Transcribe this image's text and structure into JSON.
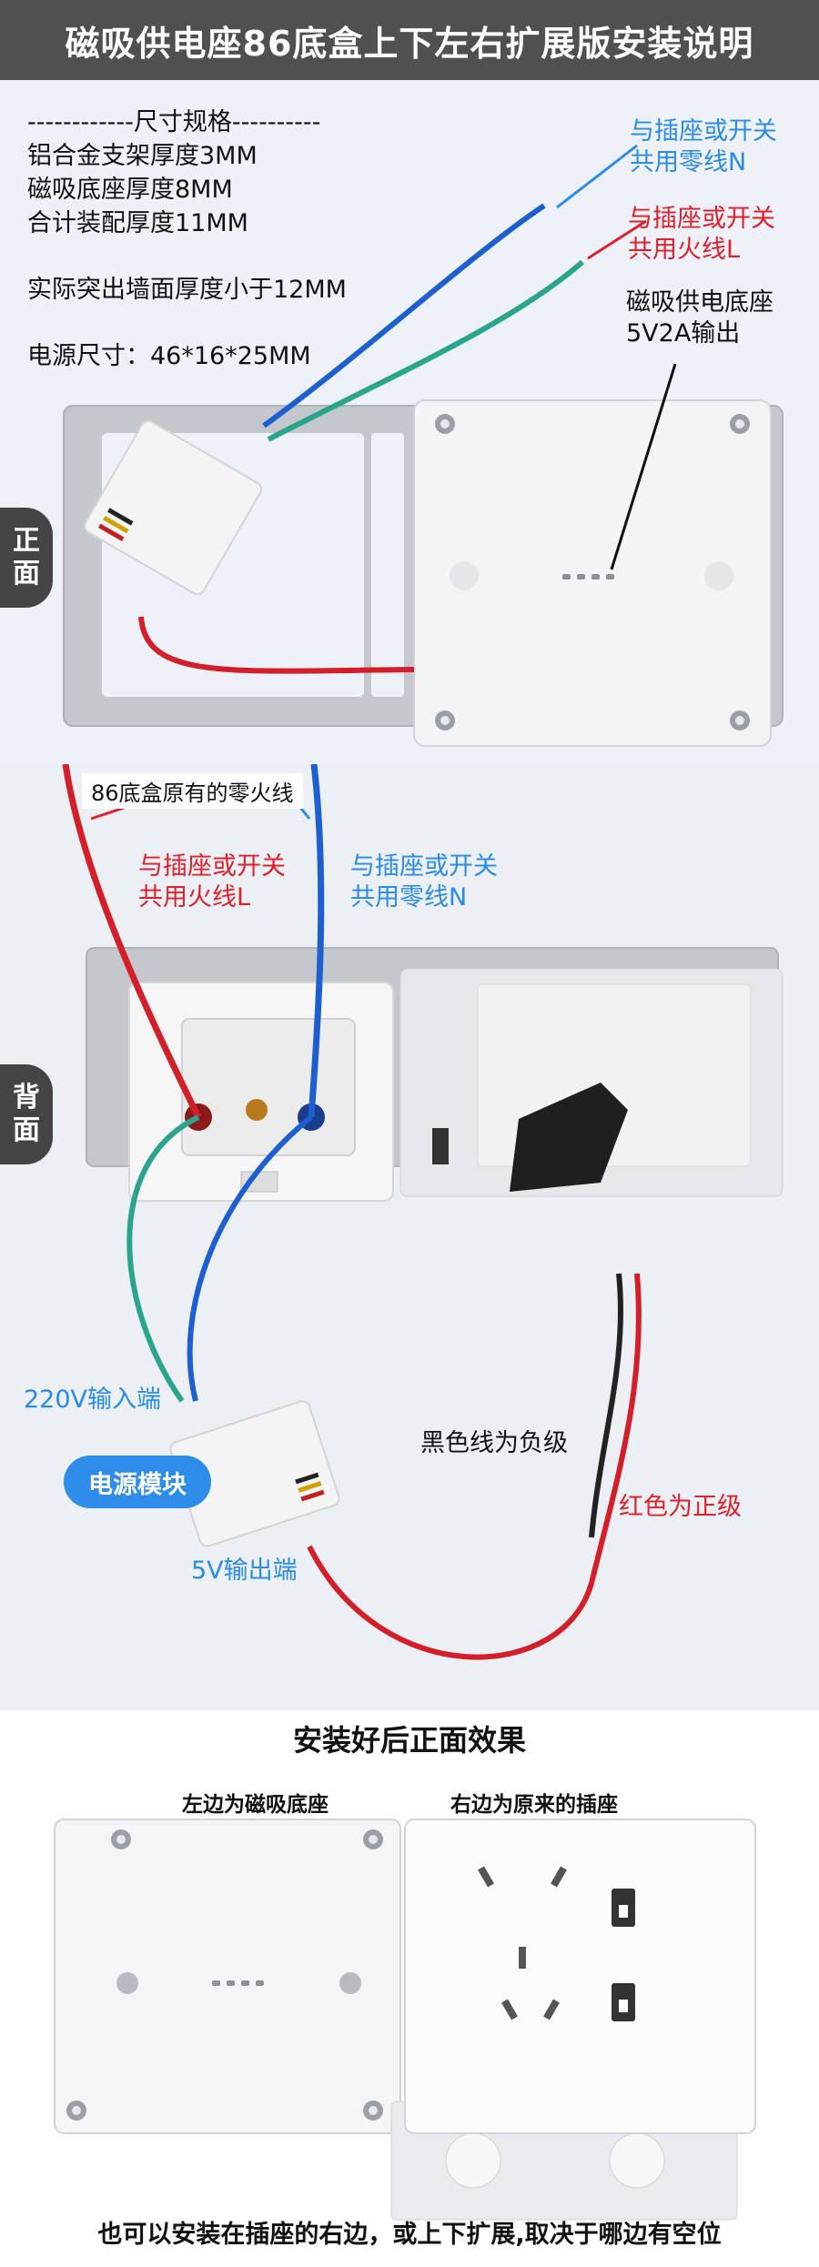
{
  "header": {
    "title": "磁吸供电座86底盒上下左右扩展版安装说明"
  },
  "specs": {
    "heading": "------------尺寸规格----------",
    "bracket": "铝合金支架厚度3MM",
    "base": "磁吸底座厚度8MM",
    "total": "合计装配厚度11MM",
    "protrude": "实际突出墙面厚度小于12MM",
    "power": "电源尺寸：46*16*25MM"
  },
  "front": {
    "tab": [
      "正",
      "面"
    ],
    "neutral_label": [
      "与插座或开关",
      "共用零线N"
    ],
    "live_label": [
      "与插座或开关",
      "共用火线L"
    ],
    "base_label": [
      "磁吸供电底座",
      "5V2A输出"
    ]
  },
  "back": {
    "tab": [
      "背",
      "面"
    ],
    "original_wires": "86底盒原有的零火线",
    "live_label": [
      "与插座或开关",
      "共用火线L"
    ],
    "neutral_label": [
      "与插座或开关",
      "共用零线N"
    ],
    "input": "220V输入端",
    "module": "电源模块",
    "output": "5V输出端",
    "black": "黑色线为负级",
    "red": "红色为正级"
  },
  "result": {
    "title": "安装好后正面效果",
    "left": "左边为磁吸底座",
    "right": "右边为原来的插座",
    "note": "也可以安装在插座的右边，或上下扩展,取决于哪边有空位"
  },
  "colors": {
    "header_bg": "#505050",
    "blue_text": "#2a8ce8",
    "red_text": "#e0202a",
    "wire_blue": "#1d5fcf",
    "wire_red": "#d21f2a",
    "wire_green": "#2aa58c",
    "pill_bg": "#2e8de8"
  }
}
